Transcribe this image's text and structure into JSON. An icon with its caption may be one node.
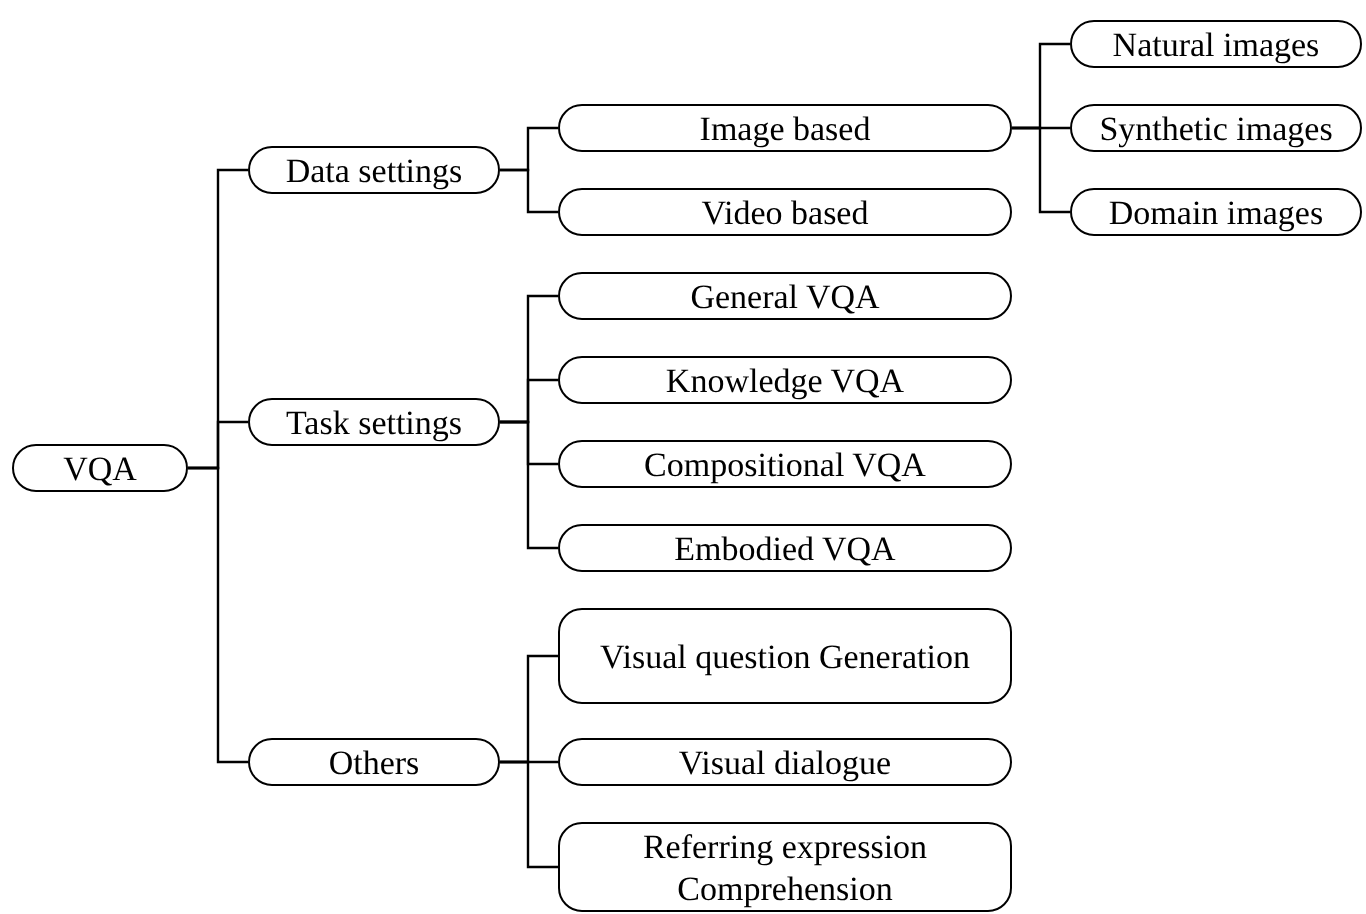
{
  "diagram": {
    "nodes": [
      {
        "text": [
          "VQA"
        ]
      },
      {
        "text": [
          "Data settings"
        ]
      },
      {
        "text": [
          "Task settings"
        ]
      },
      {
        "text": [
          "Others"
        ]
      },
      {
        "text": [
          "Image based"
        ]
      },
      {
        "text": [
          "Video based"
        ]
      },
      {
        "text": [
          "Natural images"
        ]
      },
      {
        "text": [
          "Synthetic images"
        ]
      },
      {
        "text": [
          "Domain images"
        ]
      },
      {
        "text": [
          "General VQA"
        ]
      },
      {
        "text": [
          "Knowledge VQA"
        ]
      },
      {
        "text": [
          "Compositional VQA"
        ]
      },
      {
        "text": [
          "Embodied VQA"
        ]
      },
      {
        "text": [
          "Visual question Generation"
        ]
      },
      {
        "text": [
          "Visual dialogue"
        ]
      },
      {
        "text": [
          "Referring expression Comprehension"
        ]
      }
    ],
    "edges": [
      {
        "from": 0,
        "to": 1,
        "arrow": "none"
      },
      {
        "from": 0,
        "to": 2,
        "arrow": "none"
      },
      {
        "from": 0,
        "to": 3,
        "arrow": "none"
      },
      {
        "from": 1,
        "to": 4,
        "arrow": "none"
      },
      {
        "from": 1,
        "to": 5,
        "arrow": "none"
      },
      {
        "from": 4,
        "to": 6,
        "arrow": "none"
      },
      {
        "from": 4,
        "to": 7,
        "arrow": "none"
      },
      {
        "from": 4,
        "to": 8,
        "arrow": "none"
      },
      {
        "from": 2,
        "to": 9,
        "arrow": "none"
      },
      {
        "from": 2,
        "to": 10,
        "arrow": "none"
      },
      {
        "from": 2,
        "to": 11,
        "arrow": "none"
      },
      {
        "from": 2,
        "to": 12,
        "arrow": "none"
      },
      {
        "from": 3,
        "to": 13,
        "arrow": "none"
      },
      {
        "from": 3,
        "to": 14,
        "arrow": "none"
      },
      {
        "from": 3,
        "to": 15,
        "arrow": "none"
      }
    ]
  }
}
